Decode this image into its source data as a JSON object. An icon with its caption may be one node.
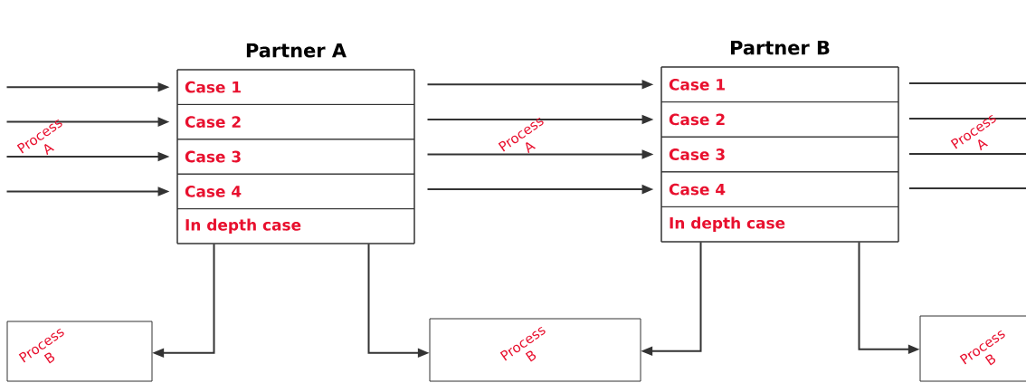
{
  "diagram": {
    "nodes": [
      {
        "text": [
          "Partner A"
        ]
      },
      {
        "text": [
          "Case 1"
        ],
        "in": 0
      },
      {
        "text": [
          "Case 2"
        ],
        "in": 0
      },
      {
        "text": [
          "Case 3"
        ],
        "in": 0
      },
      {
        "text": [
          "Case 4"
        ],
        "in": 0
      },
      {
        "text": [
          "In depth case"
        ],
        "in": 0
      },
      {
        "text": [
          "Partner B"
        ]
      },
      {
        "text": [
          "Case 1"
        ],
        "in": 6
      },
      {
        "text": [
          "Case 2"
        ],
        "in": 6
      },
      {
        "text": [
          "Case 3"
        ],
        "in": 6
      },
      {
        "text": [
          "Case 4"
        ],
        "in": 6
      },
      {
        "text": [
          "In depth case"
        ],
        "in": 6
      },
      {
        "text": [
          "Process B"
        ]
      },
      {
        "text": [
          "Process B"
        ]
      },
      {
        "text": [
          "Process B"
        ]
      }
    ],
    "edges": [
      {
        "from": null,
        "to": 1,
        "arrow": "to"
      },
      {
        "from": null,
        "to": 2,
        "arrow": "to"
      },
      {
        "from": null,
        "to": 3,
        "arrow": "to"
      },
      {
        "from": null,
        "to": 4,
        "arrow": "to"
      },
      {
        "from": null,
        "to": 7,
        "arrow": "to"
      },
      {
        "from": null,
        "to": 8,
        "arrow": "to"
      },
      {
        "from": null,
        "to": 9,
        "arrow": "to"
      },
      {
        "from": null,
        "to": 10,
        "arrow": "to"
      },
      {
        "from": 5,
        "to": 12,
        "arrow": "to"
      },
      {
        "from": 5,
        "to": 13,
        "arrow": "to"
      },
      {
        "from": 11,
        "to": 13,
        "arrow": "to"
      },
      {
        "from": 11,
        "to": 14,
        "arrow": "to"
      }
    ],
    "labels": [
      "Process A",
      "Process A",
      "Process A"
    ]
  }
}
